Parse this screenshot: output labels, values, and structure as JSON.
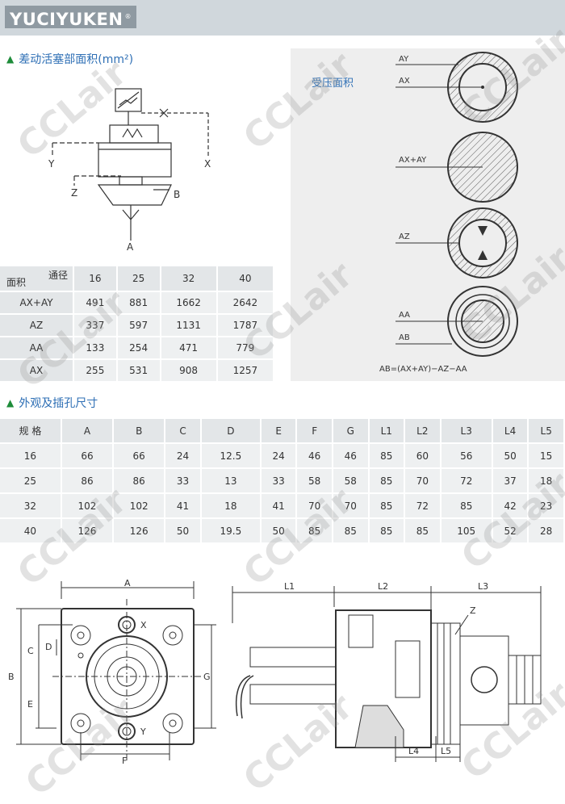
{
  "header": {
    "brand": "YUCIYUKEN",
    "reg": "®"
  },
  "section1": {
    "title": "差动活塞部面积(mm²)"
  },
  "symbol": {
    "labels": {
      "y": "Y",
      "x": "X",
      "z": "Z",
      "b": "B",
      "a": "A"
    }
  },
  "pressure": {
    "title": "受压面积",
    "ay": "AY",
    "ax": "AX",
    "axay": "AX+AY",
    "az": "AZ",
    "aa": "AA",
    "ab": "AB",
    "formula": "AB=(AX+AY)−AZ−AA"
  },
  "table1": {
    "corner_top": "通径",
    "corner_bottom": "面积",
    "columns": [
      "16",
      "25",
      "32",
      "40"
    ],
    "rows": [
      {
        "label": "AX+AY",
        "values": [
          "491",
          "881",
          "1662",
          "2642"
        ]
      },
      {
        "label": "AZ",
        "values": [
          "337",
          "597",
          "1131",
          "1787"
        ]
      },
      {
        "label": "AA",
        "values": [
          "133",
          "254",
          "471",
          "779"
        ]
      },
      {
        "label": "AX",
        "values": [
          "255",
          "531",
          "908",
          "1257"
        ]
      }
    ]
  },
  "section2": {
    "title": "外观及插孔尺寸"
  },
  "table2": {
    "headers": [
      "规 格",
      "A",
      "B",
      "C",
      "D",
      "E",
      "F",
      "G",
      "L1",
      "L2",
      "L3",
      "L4",
      "L5"
    ],
    "rows": [
      [
        "16",
        "66",
        "66",
        "24",
        "12.5",
        "24",
        "46",
        "46",
        "85",
        "60",
        "56",
        "50",
        "15"
      ],
      [
        "25",
        "86",
        "86",
        "33",
        "13",
        "33",
        "58",
        "58",
        "85",
        "70",
        "72",
        "37",
        "18"
      ],
      [
        "32",
        "102",
        "102",
        "41",
        "18",
        "41",
        "70",
        "70",
        "85",
        "72",
        "85",
        "42",
        "23"
      ],
      [
        "40",
        "126",
        "126",
        "50",
        "19.5",
        "50",
        "85",
        "85",
        "85",
        "85",
        "105",
        "52",
        "28"
      ]
    ]
  },
  "drawing_front": {
    "a": "A",
    "b": "B",
    "c": "C",
    "d": "D",
    "e": "E",
    "f": "F",
    "g": "G",
    "x": "X",
    "y": "Y"
  },
  "drawing_side": {
    "l1": "L1",
    "l2": "L2",
    "l3": "L3",
    "l4": "L4",
    "l5": "L5",
    "z": "Z"
  },
  "watermark": "CCLair"
}
